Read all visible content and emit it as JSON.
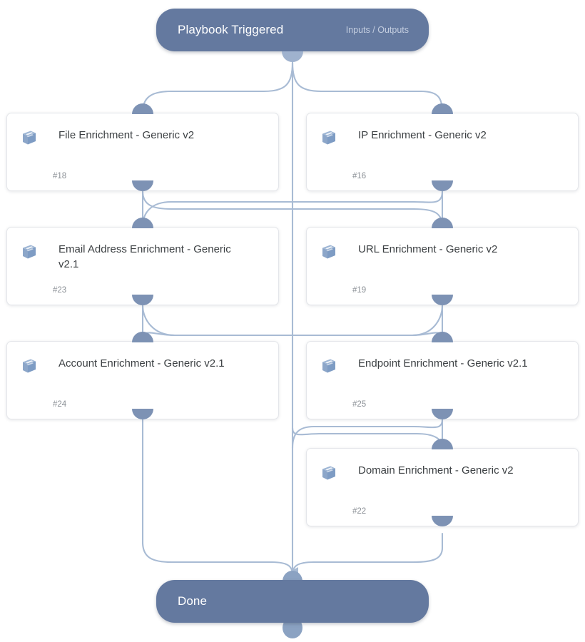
{
  "diagram": {
    "title": "Playbook workflow graph",
    "colors": {
      "terminal_fill": "#64799f",
      "terminal_text": "#ffffff",
      "terminal_subtext": "#c3cddf",
      "card_fill": "#ffffff",
      "card_border": "#e4e6ea",
      "card_title_text": "#3c4043",
      "card_id_text": "#8b9096",
      "connector": "#a8bbd4",
      "port_fill": "#7d92b4",
      "icon_fill": "#8ca6c9",
      "canvas_background": "#ffffff"
    }
  },
  "trigger": {
    "label": "Playbook Triggered",
    "meta": "Inputs / Outputs"
  },
  "done": {
    "label": "Done"
  },
  "tasks": [
    {
      "title": "File Enrichment - Generic v2",
      "id": "#18",
      "icon": "book-icon",
      "column": "left"
    },
    {
      "title": "IP Enrichment - Generic v2",
      "id": "#16",
      "icon": "book-icon",
      "column": "right"
    },
    {
      "title": "Email Address Enrichment - Generic v2.1",
      "id": "#23",
      "icon": "book-icon",
      "column": "left"
    },
    {
      "title": "URL Enrichment - Generic v2",
      "id": "#19",
      "icon": "book-icon",
      "column": "right"
    },
    {
      "title": "Account Enrichment - Generic v2.1",
      "id": "#24",
      "icon": "book-icon",
      "column": "left"
    },
    {
      "title": "Endpoint Enrichment - Generic v2.1",
      "id": "#25",
      "icon": "book-icon",
      "column": "right"
    },
    {
      "title": "Domain Enrichment - Generic v2",
      "id": "#22",
      "icon": "book-icon",
      "column": "right"
    }
  ]
}
